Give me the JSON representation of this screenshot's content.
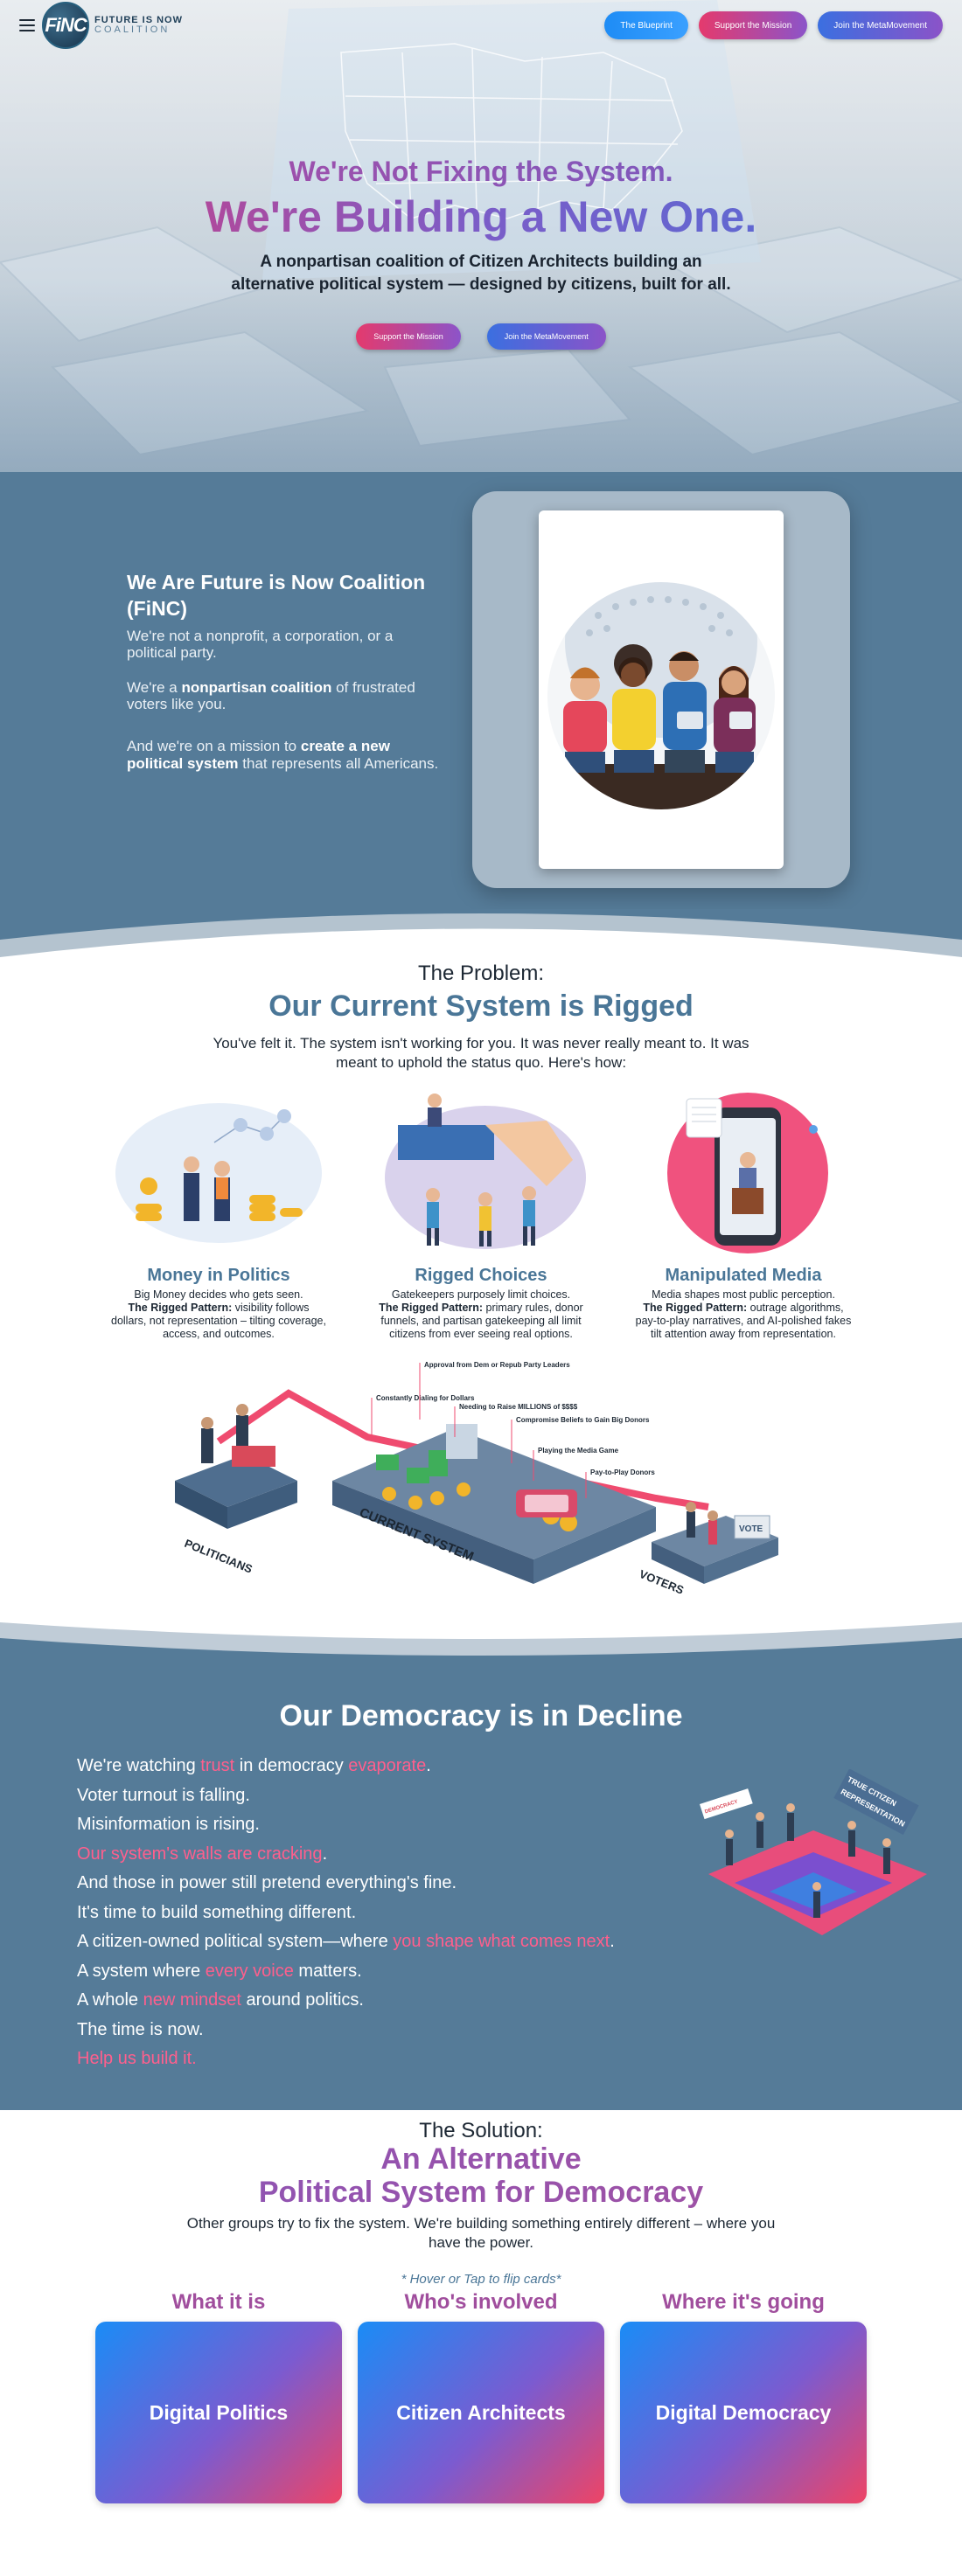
{
  "header": {
    "logo_mark": "FiNC",
    "logo_line1": "FUTURE IS NOW",
    "logo_line2": "COALITION",
    "nav": [
      {
        "label": "The Blueprint"
      },
      {
        "label": "Support the Mission"
      },
      {
        "label": "Join the MetaMovement"
      }
    ]
  },
  "hero": {
    "line1": "We're Not Fixing the System.",
    "line2": "We're Building a New One.",
    "subtitle_1": "A nonpartisan coalition of Citizen Architects building an",
    "subtitle_2": "alternative political system — designed by citizens, built for all.",
    "cta_support": "Support the Mission",
    "cta_join": "Join the MetaMovement"
  },
  "about": {
    "title": "We Are Future is Now Coalition (FiNC)",
    "p1": "We're not a nonprofit, a corporation, or a political party.",
    "p2_pre": "We're a ",
    "p2_bold": "nonpartisan coalition",
    "p2_post": " of frustrated voters like you.",
    "p3_pre": "And we're on a mission to ",
    "p3_bold": "create a new political system",
    "p3_post": " that represents all Americans."
  },
  "problem": {
    "pre_title": "The Problem:",
    "title": "Our Current System is Rigged",
    "intro": "You've felt it. The system isn't working for you. It was never really meant to. It was meant to uphold the status quo. Here's how:",
    "cards": [
      {
        "title": "Money in Politics",
        "lead": "Big Money decides who gets seen.",
        "pattern_label": "The Rigged Pattern:",
        "pattern": " visibility follows dollars, not representation – tilting coverage, access, and outcomes."
      },
      {
        "title": "Rigged Choices",
        "lead": "Gatekeepers purposely limit choices.",
        "pattern_label": "The Rigged Pattern:",
        "pattern": " primary rules, donor funnels, and partisan gatekeeping all limit citizens from ever seeing real options."
      },
      {
        "title": "Manipulated Media",
        "lead": "Media shapes most public perception.",
        "pattern_label": "The Rigged Pattern:",
        "pattern": " outrage algorithms, pay-to-play narratives, and AI-polished fakes tilt attention away from representation."
      }
    ],
    "diagram": {
      "politicians": "POLITICIANS",
      "system": "CURRENT SYSTEM",
      "voters": "VOTERS",
      "vote": "VOTE",
      "callout_1": "Constantly Dialing for Dollars",
      "callout_2": "Approval from Dem or Repub Party Leaders",
      "callout_3": "Needing to Raise MILLIONS of $$$$",
      "callout_4": "Compromise Beliefs to Gain Big Donors",
      "callout_5": "Playing the Media Game",
      "callout_6": "Pay-to-Play Donors"
    }
  },
  "decline": {
    "title": "Our Democracy is in Decline",
    "lines": [
      {
        "a": "We're watching ",
        "b": "trust",
        "c": " in democracy ",
        "d": "evaporate",
        "e": "."
      },
      {
        "a": "Voter turnout is falling."
      },
      {
        "a": "Misinformation is rising."
      },
      {
        "b": "Our system's walls are cracking",
        "c": "."
      },
      {
        "a": "And those in power still pretend everything's fine."
      },
      {
        "a": "It's time to build something different."
      },
      {
        "a": "A citizen-owned political system—where ",
        "b": "you shape what comes next",
        "c": "."
      },
      {
        "a": "A system where ",
        "b": "every voice",
        "c": " matters."
      },
      {
        "a": "A whole ",
        "b": "new mindset",
        "c": " around politics."
      },
      {
        "a": "The time is now."
      },
      {
        "b": "Help us build it."
      }
    ],
    "art_sign_1": "TRUE CITIZEN",
    "art_sign_2": "REPRESENTATION",
    "art_sign_3": "DEMOCRACY"
  },
  "solution": {
    "pre_title": "The Solution:",
    "title_1": "An Alternative",
    "title_2": "Political System for Democracy",
    "sub": "Other groups try to fix the system. We're building something entirely different – where you have the power.",
    "hint": "* Hover or Tap to flip cards*",
    "cards": [
      {
        "label": "What it is",
        "front": "Digital Politics"
      },
      {
        "label": "Who's involved",
        "front": "Citizen Architects"
      },
      {
        "label": "Where it's going",
        "front": "Digital Democracy"
      }
    ]
  }
}
